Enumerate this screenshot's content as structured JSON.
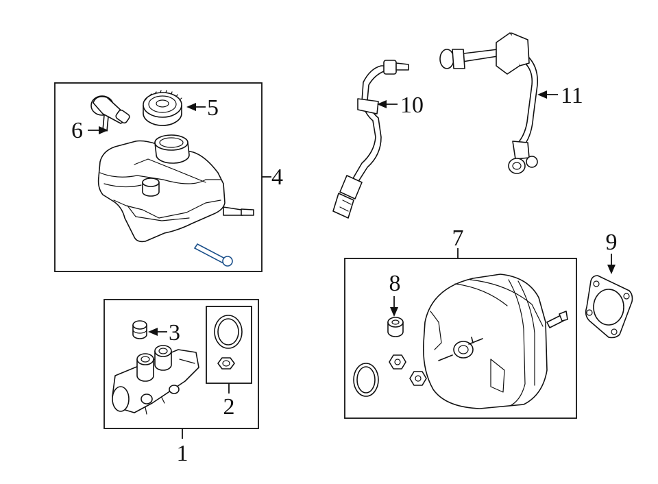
{
  "callouts": [
    {
      "id": "1",
      "label": "1"
    },
    {
      "id": "2",
      "label": "2"
    },
    {
      "id": "3",
      "label": "3"
    },
    {
      "id": "4",
      "label": "4"
    },
    {
      "id": "5",
      "label": "5"
    },
    {
      "id": "6",
      "label": "6"
    },
    {
      "id": "7",
      "label": "7"
    },
    {
      "id": "8",
      "label": "8"
    },
    {
      "id": "9",
      "label": "9"
    },
    {
      "id": "10",
      "label": "10"
    },
    {
      "id": "11",
      "label": "11"
    }
  ],
  "colors": {
    "line": "#111111",
    "background": "#ffffff",
    "accent_bolt": "#1a4f8a"
  }
}
